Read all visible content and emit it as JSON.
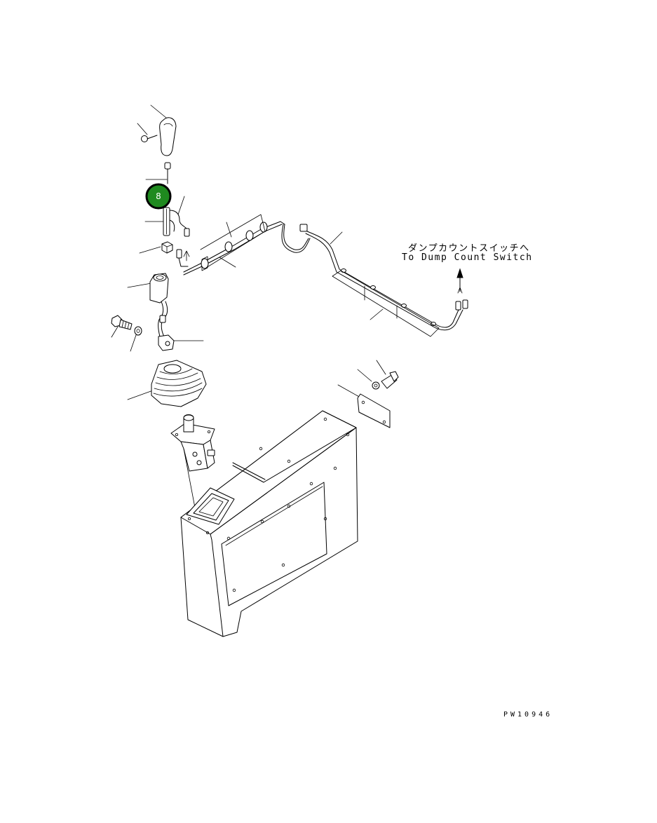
{
  "callout": {
    "label": "8",
    "fill_color": "#1f8a1f",
    "ring_color": "#000000"
  },
  "note": {
    "japanese": "ダンプカウントスイッチへ",
    "english": "To Dump Count Switch"
  },
  "drawing_code": "PW10946"
}
